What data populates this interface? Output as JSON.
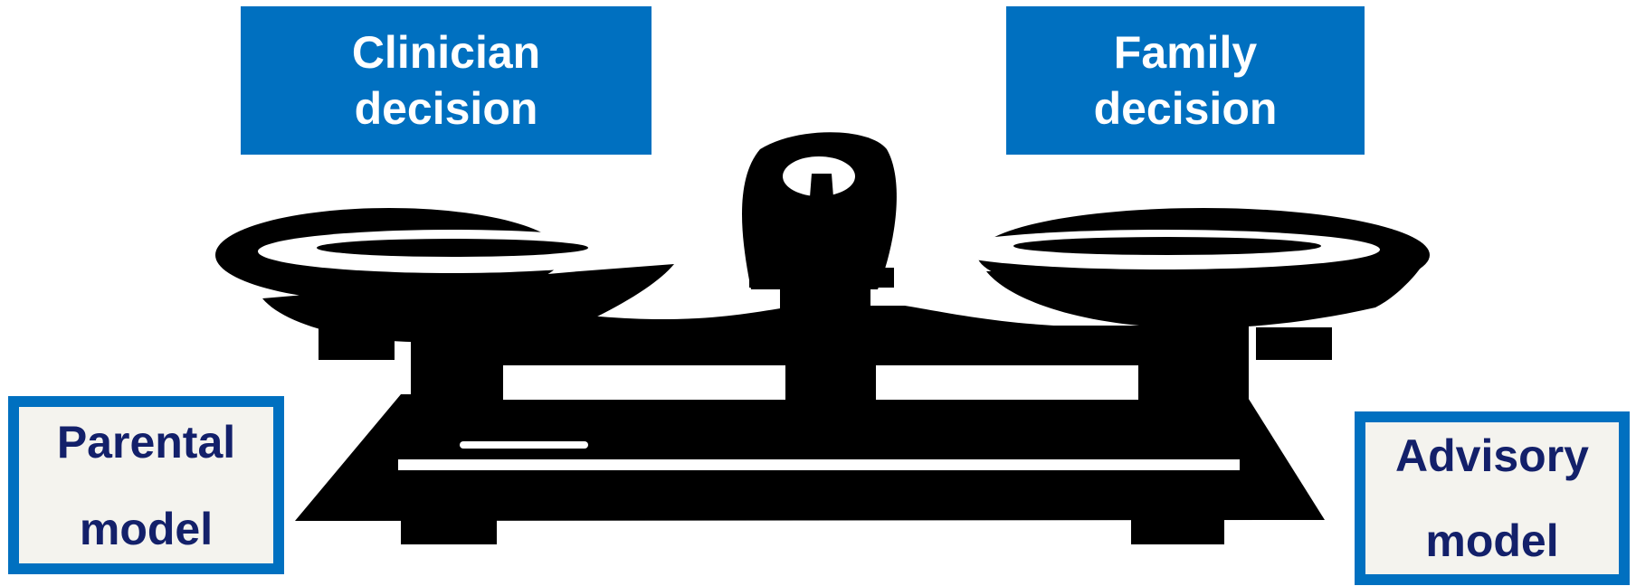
{
  "top_labels": {
    "clinician": [
      "Clinician",
      "decision"
    ],
    "family": [
      "Family",
      "decision"
    ]
  },
  "model_labels": {
    "parental": [
      "Parental",
      "model"
    ],
    "advisory": [
      "Advisory",
      "model"
    ]
  },
  "icons": {
    "balance": "balance-scale-icon"
  },
  "colors": {
    "box_blue": "#0070c0",
    "model_text": "#13206a",
    "model_bg": "#f4f3ee",
    "scale": "#000000"
  }
}
